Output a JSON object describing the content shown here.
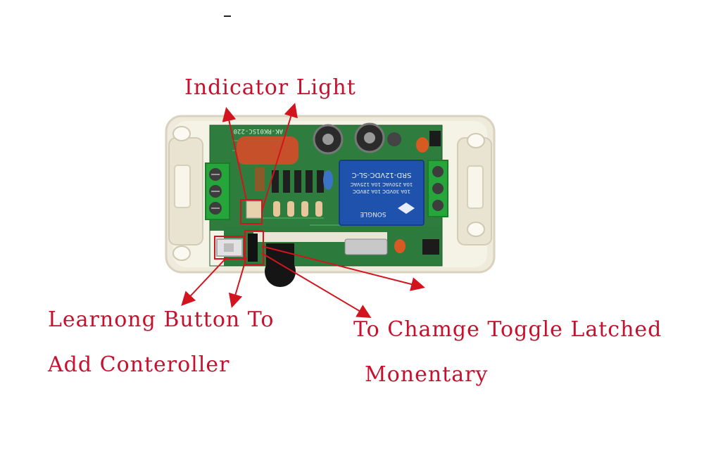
{
  "colors": {
    "annotation": "#c8102e",
    "arrow": "#d2141e",
    "housing": "#f2efe2",
    "pcb": "#2c7a3c",
    "terminal": "#27a13c",
    "relay": "#1f4fa8"
  },
  "labels": {
    "indicator": "Indicator Light",
    "learn_line1": "Learnong Button To",
    "learn_line2": "Add Conteroller",
    "toggle_line1": "To Chamge Toggle Latched",
    "toggle_line2": "Monentary"
  },
  "board": {
    "silkscreen_top": "AK-RK01SC-220",
    "relay_line1": "SRD-12VDC-SL-C",
    "relay_line2": "10A 250VAC 10A 125VAC",
    "relay_line3": "10A 30VDC 10A 28VDC",
    "relay_brand": "SONGLE"
  }
}
